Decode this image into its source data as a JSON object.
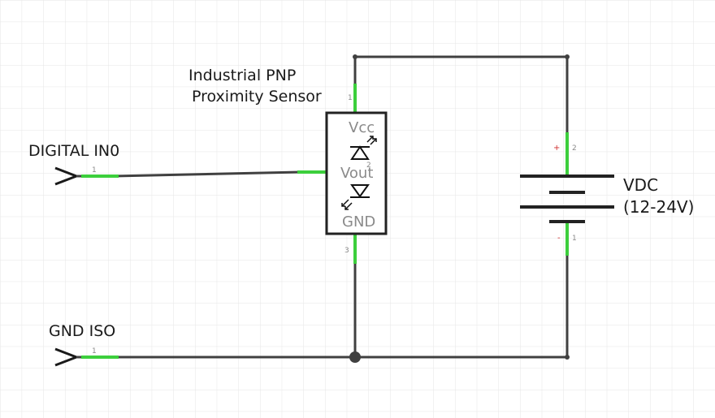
{
  "diagram": {
    "sensor": {
      "title_line1": "Industrial PNP",
      "title_line2": "Proximity Sensor",
      "pin_vcc": "Vcc",
      "pin_vout": "Vout",
      "pin_gnd": "GND",
      "pin1_num": "1",
      "pin2_num": "2",
      "pin3_num": "3"
    },
    "digital_in": {
      "label": "DIGITAL IN0",
      "pin_num": "1"
    },
    "gnd_iso": {
      "label": "GND ISO",
      "pin_num": "1"
    },
    "supply": {
      "label_line1": "VDC",
      "label_line2": "(12-24V)",
      "plus_sign": "+",
      "minus_sign": "-",
      "pin_plus_num": "2",
      "pin_minus_num": "1"
    }
  }
}
